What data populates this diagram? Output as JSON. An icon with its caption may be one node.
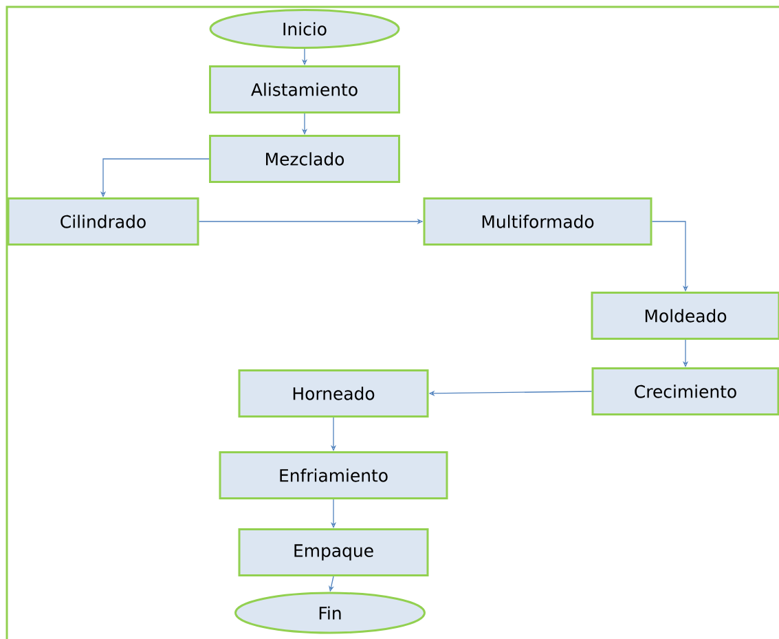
{
  "diagram": {
    "nodes": [
      {
        "text": [
          "Inicio"
        ]
      },
      {
        "text": [
          "Alistamiento"
        ]
      },
      {
        "text": [
          "Mezclado"
        ]
      },
      {
        "text": [
          "Cilindrado"
        ]
      },
      {
        "text": [
          "Multiformado"
        ]
      },
      {
        "text": [
          "Moldeado"
        ]
      },
      {
        "text": [
          "Crecimiento"
        ]
      },
      {
        "text": [
          "Horneado"
        ]
      },
      {
        "text": [
          "Enfriamiento"
        ]
      },
      {
        "text": [
          "Empaque"
        ]
      },
      {
        "text": [
          "Fin"
        ]
      }
    ],
    "edges": [
      {
        "from": 0,
        "to": 1,
        "arrow": "to"
      },
      {
        "from": 1,
        "to": 2,
        "arrow": "to"
      },
      {
        "from": 2,
        "to": 3,
        "arrow": "to"
      },
      {
        "from": 3,
        "to": 4,
        "arrow": "to"
      },
      {
        "from": 4,
        "to": 5,
        "arrow": "to"
      },
      {
        "from": 5,
        "to": 6,
        "arrow": "to"
      },
      {
        "from": 6,
        "to": 7,
        "arrow": "to"
      },
      {
        "from": 7,
        "to": 8,
        "arrow": "to"
      },
      {
        "from": 8,
        "to": 9,
        "arrow": "to"
      },
      {
        "from": 9,
        "to": 10,
        "arrow": "to"
      }
    ]
  }
}
